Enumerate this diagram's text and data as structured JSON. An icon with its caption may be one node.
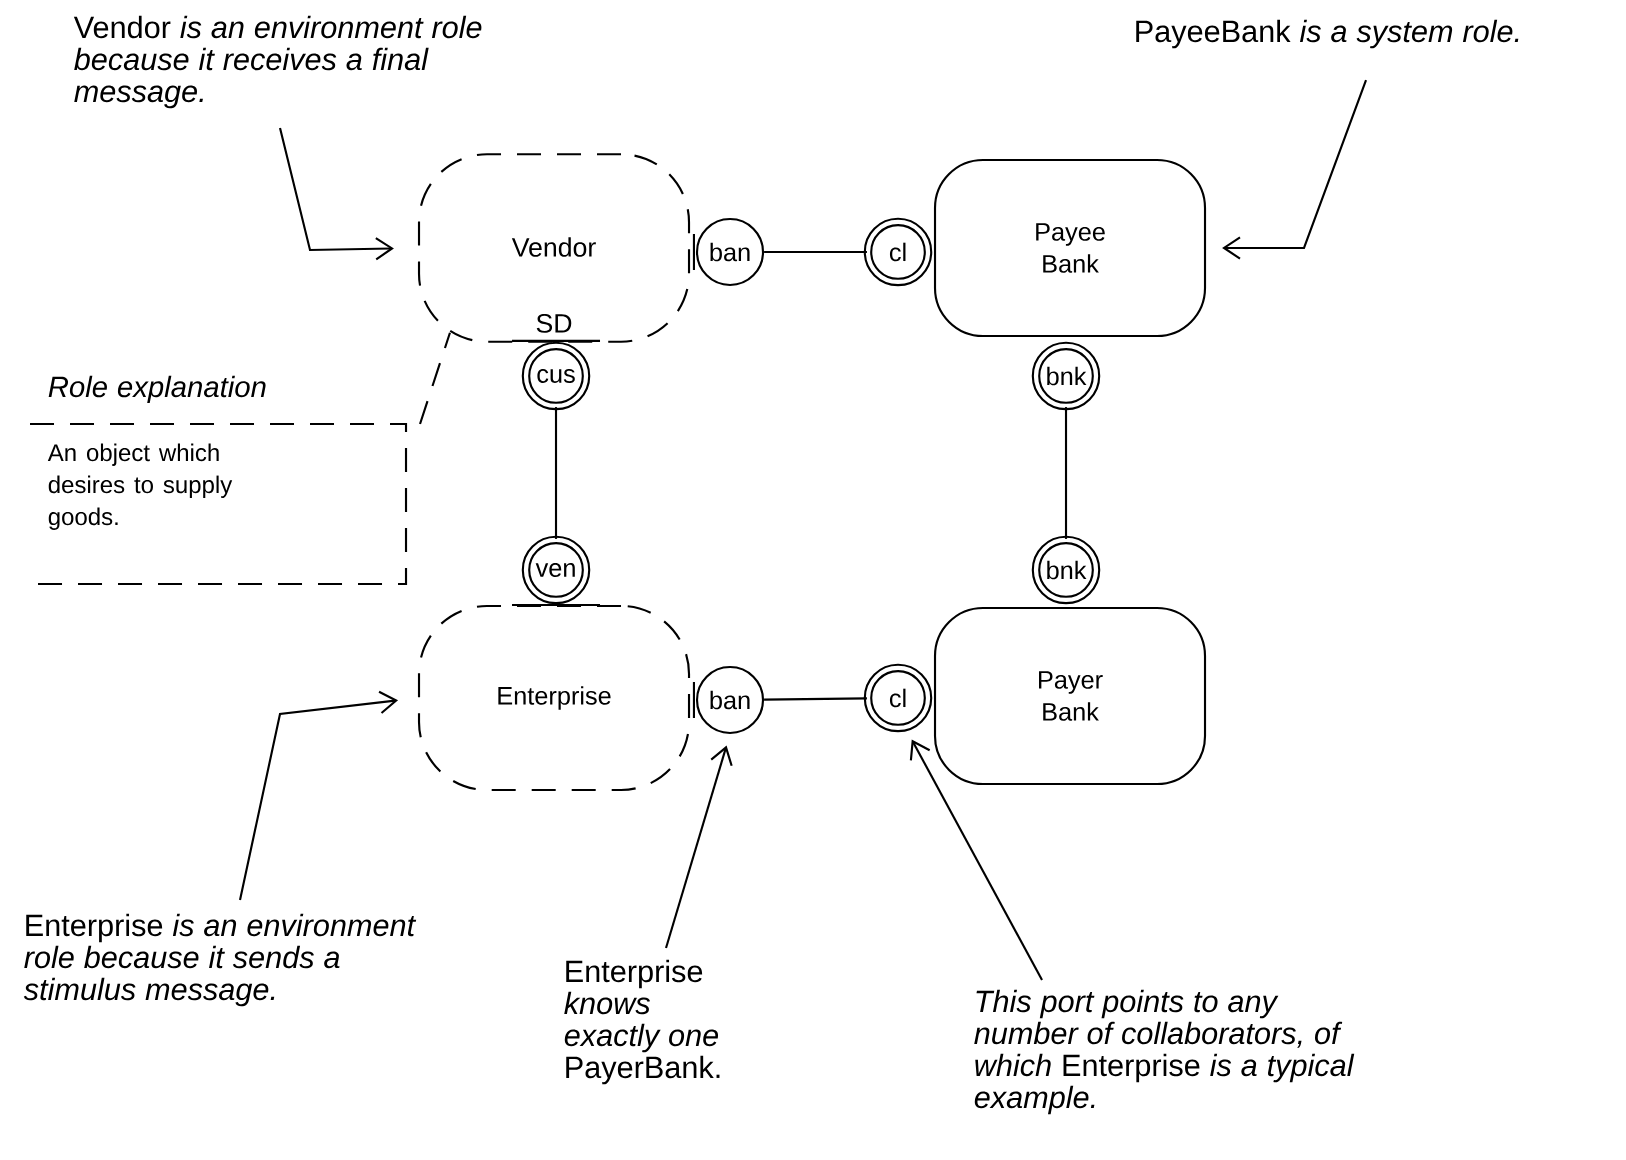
{
  "diagram": {
    "nodes": [
      {
        "text": [
          "Vendor",
          "SD"
        ]
      },
      {
        "text": [
          "ban"
        ]
      },
      {
        "text": [
          "cl"
        ]
      },
      {
        "text": [
          "Payee Bank"
        ]
      },
      {
        "text": [
          "cus"
        ]
      },
      {
        "text": [
          "bnk"
        ]
      },
      {
        "text": [
          "ven"
        ]
      },
      {
        "text": [
          "bnk"
        ]
      },
      {
        "text": [
          "Enterprise"
        ]
      },
      {
        "text": [
          "ban"
        ]
      },
      {
        "text": [
          "cl"
        ]
      },
      {
        "text": [
          "Payer Bank"
        ]
      },
      {
        "text": [
          "Vendor *is an environment role because it receives a final message.*"
        ]
      },
      {
        "text": [
          "PayeeBank *is a system role.*"
        ]
      },
      {
        "text": [
          "Role explanation",
          "An object which desires to supply goods."
        ]
      },
      {
        "text": [
          "Enterprise *is an environment role because it sends a stimulus message.*"
        ]
      },
      {
        "text": [
          "Enterprise *knows exactly one* PayerBank."
        ]
      },
      {
        "text": [
          "*This port points to any number of collaborators, of which* Enterprise *is a typical example.*"
        ]
      }
    ],
    "edges": [
      {
        "from": 1,
        "to": 2,
        "arrow": "none"
      },
      {
        "from": 4,
        "to": 6,
        "arrow": "none"
      },
      {
        "from": 5,
        "to": 7,
        "arrow": "none"
      },
      {
        "from": 9,
        "to": 10,
        "arrow": "none"
      },
      {
        "from": 12,
        "to": 0,
        "arrow": "to"
      },
      {
        "from": 13,
        "to": 3,
        "arrow": "to"
      },
      {
        "from": 14,
        "to": 0,
        "arrow": "none",
        "style": "dashed"
      },
      {
        "from": 15,
        "to": 8,
        "arrow": "to"
      },
      {
        "from": 16,
        "to": 9,
        "arrow": "to"
      },
      {
        "from": 17,
        "to": 10,
        "arrow": "to"
      }
    ]
  }
}
